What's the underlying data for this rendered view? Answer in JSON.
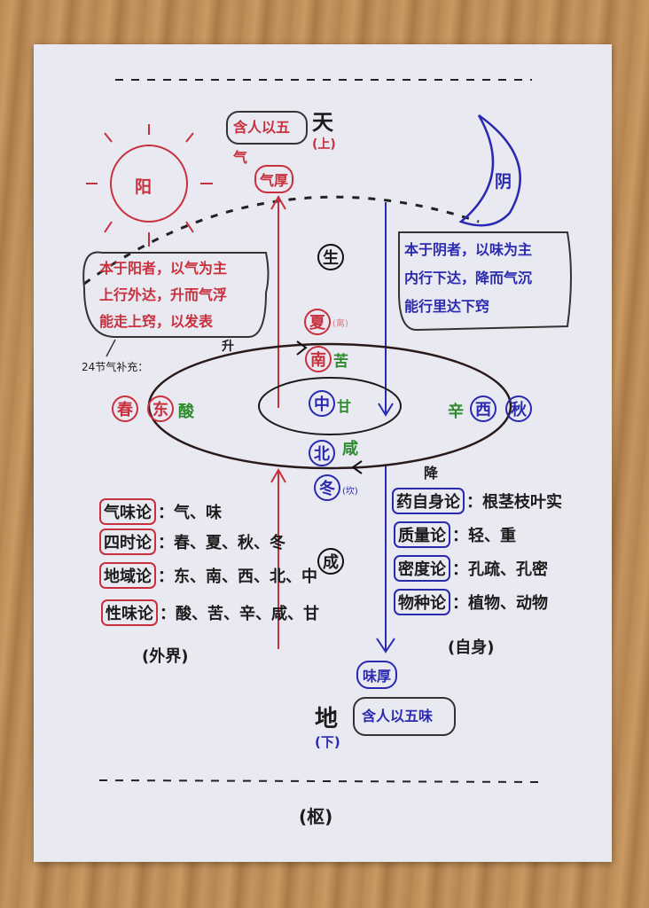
{
  "top": {
    "heaven_box": "含人以五气",
    "heaven": "天",
    "heaven_pos": "(上)"
  },
  "yang": "阳",
  "yin": "阴",
  "qi_hou": "气厚",
  "sheng": "生",
  "cheng": "成",
  "wei_hou": "味厚",
  "yang_box": [
    "本于阳者，以气为主",
    "上行外达，升而气浮",
    "能走上窍，以发表"
  ],
  "yin_box": [
    "本于阴者，以味为主",
    "内行下达，降而气沉",
    "能行里达下窍"
  ],
  "note_24": "24节气补充：",
  "rise": "升",
  "fall": "降",
  "cycle": {
    "summer": "夏",
    "summer_gua": "(离)",
    "south": "南",
    "bitter": "苦",
    "spring": "春",
    "east": "东",
    "sour": "酸",
    "center": "中",
    "sweet": "甘",
    "pungent": "辛",
    "west": "西",
    "autumn": "秋",
    "north": "北",
    "salty": "咸",
    "winter": "冬",
    "winter_gua": "(坎)"
  },
  "external": {
    "items": [
      {
        "tag": "气味论",
        "text": "：气、味"
      },
      {
        "tag": "四时论",
        "text": "：春、夏、秋、冬"
      },
      {
        "tag": "地域论",
        "text": "：东、南、西、北、中"
      },
      {
        "tag": "性味论",
        "text": "：酸、苦、辛、咸、甘"
      }
    ],
    "label": "(外界)"
  },
  "internal": {
    "items": [
      {
        "tag": "药自身论",
        "text": "：根茎枝叶实"
      },
      {
        "tag": "质量论",
        "text": "：轻、重"
      },
      {
        "tag": "密度论",
        "text": "：孔疏、孔密"
      },
      {
        "tag": "物种论",
        "text": "：植物、动物"
      }
    ],
    "label": "(自身)"
  },
  "bottom": {
    "earth": "地",
    "earth_box": "含人以五味",
    "earth_pos": "(下)",
    "footer": "(枢)"
  },
  "colors": {
    "red": "#c8303d",
    "blue": "#2a2ab0",
    "green": "#2f8a2f"
  }
}
